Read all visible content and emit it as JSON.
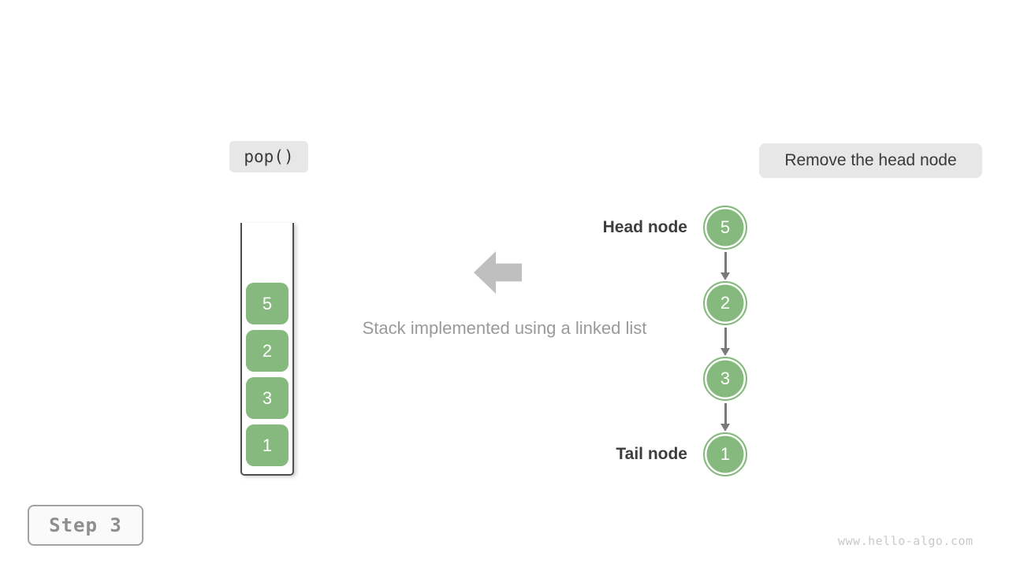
{
  "badges": {
    "operation": "pop()",
    "description": "Remove the head node"
  },
  "stack": {
    "items": [
      "5",
      "2",
      "3",
      "1"
    ]
  },
  "caption": "Stack implemented using a linked list",
  "list": {
    "head_label": "Head node",
    "tail_label": "Tail node",
    "nodes": [
      "5",
      "2",
      "3",
      "1"
    ]
  },
  "footer": {
    "step": "Step 3",
    "watermark": "www.hello-algo.com"
  },
  "colors": {
    "node_green": "#86b97e",
    "badge_bg": "#e7e7e7",
    "badge_text": "#3a3a3a",
    "block_arrow_gray": "#bfbfbf",
    "link_arrow_gray": "#7a7a7a",
    "label_dark": "#3d3d3d",
    "caption_gray": "#9a9a9a",
    "stack_border": "#4d4d4d",
    "step_text": "#8e8e8e",
    "step_border": "#a2a2a2",
    "watermark_gray": "#c9c9c9"
  }
}
